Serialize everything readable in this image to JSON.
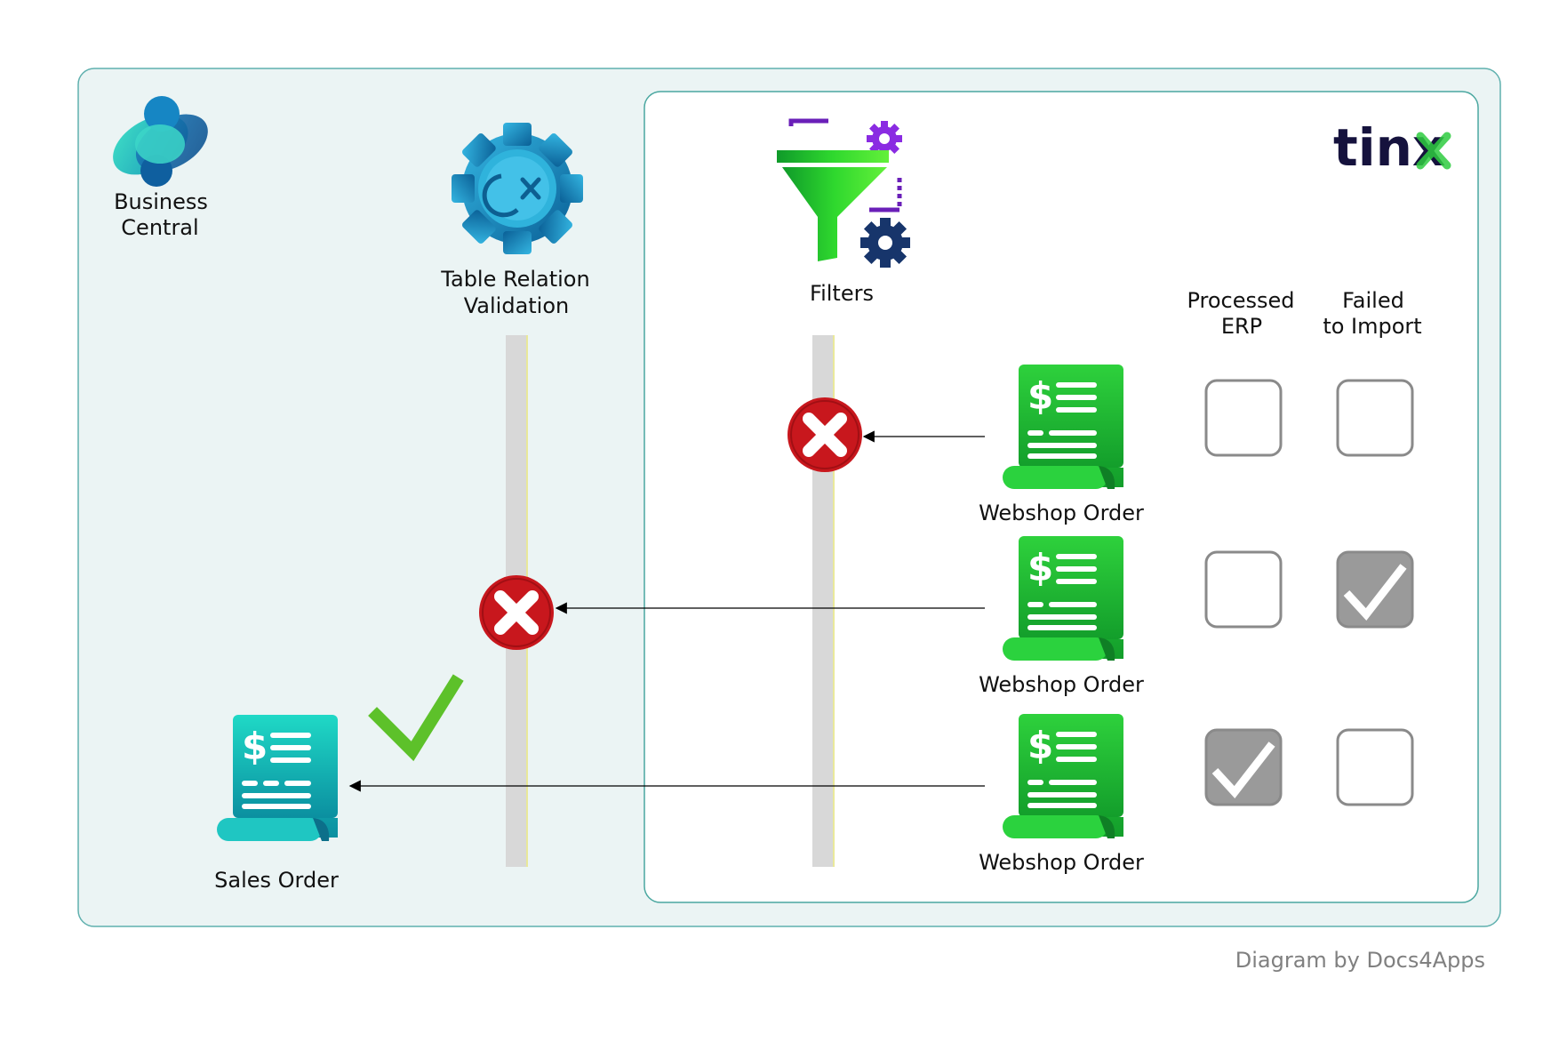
{
  "bc_logo": {
    "line1": "Business",
    "line2": "Central",
    "icon": "business-central-logo-icon"
  },
  "validation": {
    "line1": "Table Relation",
    "line2": "Validation",
    "icon": "gear-validation-icon"
  },
  "filters": {
    "label": "Filters",
    "icon": "funnel-gear-icon"
  },
  "brand": {
    "logo_text": "tinx",
    "color": "#15123d",
    "accent": "#2ecc40"
  },
  "columns": {
    "processed_line1": "Processed",
    "processed_line2": "ERP",
    "failed_line1": "Failed",
    "failed_line2": "to Import"
  },
  "orders": [
    {
      "label": "Webshop Order",
      "processed_erp": false,
      "failed_to_import": false,
      "stopped_at": "filters"
    },
    {
      "label": "Webshop Order",
      "processed_erp": false,
      "failed_to_import": true,
      "stopped_at": "validation"
    },
    {
      "label": "Webshop Order",
      "processed_erp": true,
      "failed_to_import": false,
      "stopped_at": "none"
    }
  ],
  "sales_order": {
    "label": "Sales Order"
  },
  "footer": {
    "credit": "Diagram by Docs4Apps"
  },
  "colors": {
    "outer_bg": "#ebf4f4",
    "outer_border": "#5fb0ae",
    "inner_border": "#4aa7a0",
    "error_red": "#c8171d",
    "success_green": "#5dc12a",
    "order_green": "#1fc43a",
    "sales_teal": "#13b7b3",
    "checkbox_checked": "#9a9a9a",
    "bar_gray": "#d8d8d8"
  }
}
